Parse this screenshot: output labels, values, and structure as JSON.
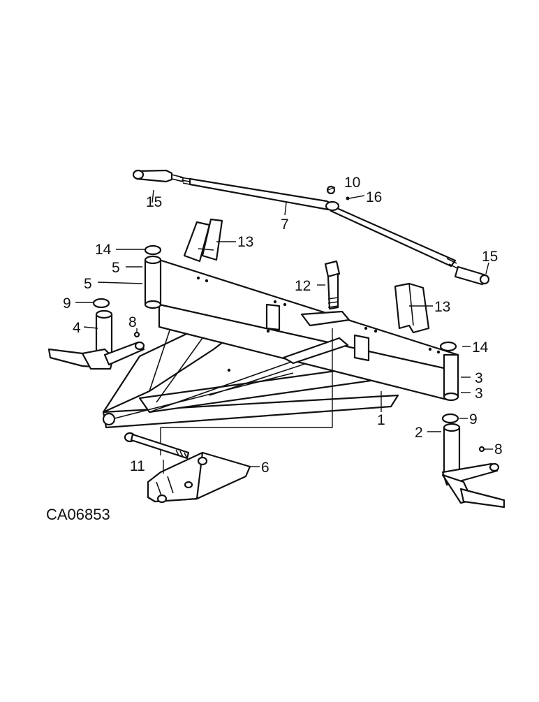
{
  "diagram_id": "CA06853",
  "callouts": {
    "c1": "1",
    "c2": "2",
    "c3a": "3",
    "c3b": "3",
    "c4": "4",
    "c5a": "5",
    "c5b": "5",
    "c6": "6",
    "c7": "7",
    "c8a": "8",
    "c8b": "8",
    "c9a": "9",
    "c9b": "9",
    "c10": "10",
    "c11": "11",
    "c12": "12",
    "c13a": "13",
    "c13b": "13",
    "c14a": "14",
    "c14b": "14",
    "c15a": "15",
    "c15b": "15",
    "c16": "16"
  }
}
